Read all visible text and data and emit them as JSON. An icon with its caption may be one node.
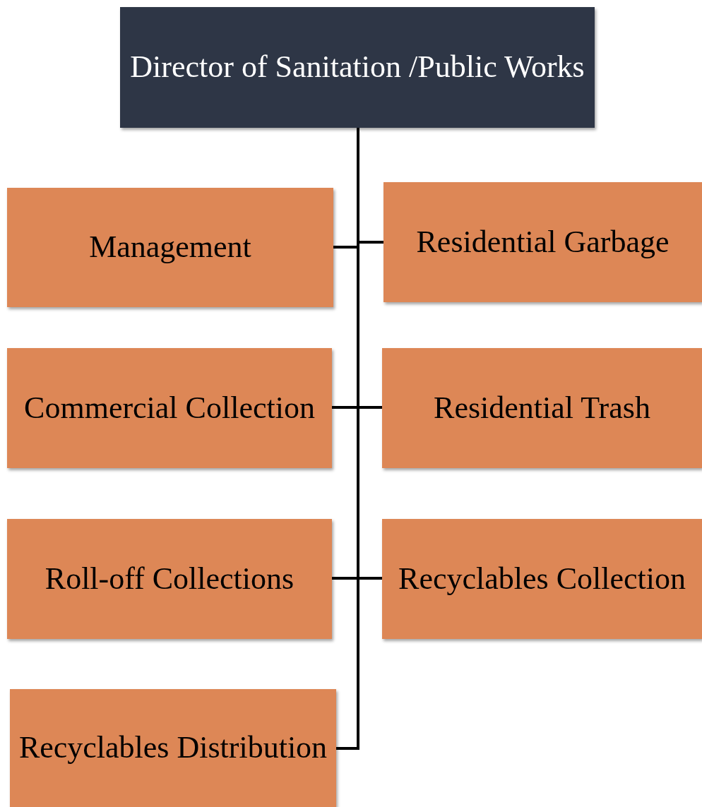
{
  "diagram": {
    "nodes": [
      {
        "text": [
          "Director of Sanitation /Public Works"
        ]
      },
      {
        "text": [
          "Management"
        ]
      },
      {
        "text": [
          "Residential Garbage"
        ]
      },
      {
        "text": [
          "Commercial Collection"
        ]
      },
      {
        "text": [
          "Residential Trash"
        ]
      },
      {
        "text": [
          "Roll-off Collections"
        ]
      },
      {
        "text": [
          "Recyclables Collection"
        ]
      },
      {
        "text": [
          "Recyclables Distribution"
        ]
      }
    ],
    "edges": [
      {
        "from": 0,
        "to": 1,
        "arrow": "none"
      },
      {
        "from": 0,
        "to": 2,
        "arrow": "none"
      },
      {
        "from": 0,
        "to": 3,
        "arrow": "none"
      },
      {
        "from": 0,
        "to": 4,
        "arrow": "none"
      },
      {
        "from": 0,
        "to": 5,
        "arrow": "none"
      },
      {
        "from": 0,
        "to": 6,
        "arrow": "none"
      },
      {
        "from": 0,
        "to": 7,
        "arrow": "none"
      }
    ]
  }
}
